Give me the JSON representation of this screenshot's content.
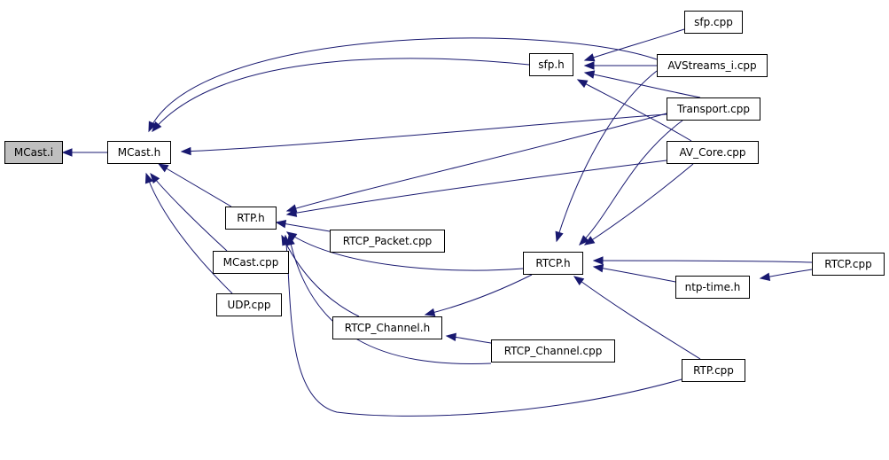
{
  "diagram": {
    "type": "include-dependency-graph",
    "colors": {
      "edge": "#191970",
      "highlight": "#bfbfbf",
      "node_border": "#000000"
    },
    "nodes": [
      {
        "id": "mcast_i",
        "label": "MCast.i",
        "highlight": true
      },
      {
        "id": "mcast_h",
        "label": "MCast.h"
      },
      {
        "id": "rtp_h",
        "label": "RTP.h"
      },
      {
        "id": "mcast_cpp",
        "label": "MCast.cpp"
      },
      {
        "id": "udp_cpp",
        "label": "UDP.cpp"
      },
      {
        "id": "rtcp_packet_cpp",
        "label": "RTCP_Packet.cpp"
      },
      {
        "id": "rtcp_channel_h",
        "label": "RTCP_Channel.h"
      },
      {
        "id": "rtcp_channel_cpp",
        "label": "RTCP_Channel.cpp"
      },
      {
        "id": "sfp_h",
        "label": "sfp.h"
      },
      {
        "id": "rtcp_h",
        "label": "RTCP.h"
      },
      {
        "id": "sfp_cpp",
        "label": "sfp.cpp"
      },
      {
        "id": "avstreams_i_cpp",
        "label": "AVStreams_i.cpp"
      },
      {
        "id": "transport_cpp",
        "label": "Transport.cpp"
      },
      {
        "id": "av_core_cpp",
        "label": "AV_Core.cpp"
      },
      {
        "id": "ntp_time_h",
        "label": "ntp-time.h"
      },
      {
        "id": "rtp_cpp",
        "label": "RTP.cpp"
      },
      {
        "id": "rtcp_cpp",
        "label": "RTCP.cpp"
      }
    ],
    "edges": [
      {
        "from": "mcast_h",
        "to": "mcast_i"
      },
      {
        "from": "rtp_h",
        "to": "mcast_h"
      },
      {
        "from": "mcast_cpp",
        "to": "mcast_h"
      },
      {
        "from": "udp_cpp",
        "to": "mcast_h"
      },
      {
        "from": "sfp_h",
        "to": "mcast_h"
      },
      {
        "from": "avstreams_i_cpp",
        "to": "mcast_h"
      },
      {
        "from": "transport_cpp",
        "to": "mcast_h"
      },
      {
        "from": "sfp_cpp",
        "to": "sfp_h"
      },
      {
        "from": "avstreams_i_cpp",
        "to": "sfp_h"
      },
      {
        "from": "transport_cpp",
        "to": "sfp_h"
      },
      {
        "from": "av_core_cpp",
        "to": "sfp_h"
      },
      {
        "from": "transport_cpp",
        "to": "rtp_h"
      },
      {
        "from": "av_core_cpp",
        "to": "rtp_h"
      },
      {
        "from": "rtcp_packet_cpp",
        "to": "rtp_h"
      },
      {
        "from": "rtcp_h",
        "to": "rtp_h"
      },
      {
        "from": "rtcp_channel_h",
        "to": "rtp_h"
      },
      {
        "from": "rtcp_channel_cpp",
        "to": "rtp_h"
      },
      {
        "from": "rtp_cpp",
        "to": "rtp_h"
      },
      {
        "from": "avstreams_i_cpp",
        "to": "rtcp_h"
      },
      {
        "from": "transport_cpp",
        "to": "rtcp_h"
      },
      {
        "from": "av_core_cpp",
        "to": "rtcp_h"
      },
      {
        "from": "rtcp_cpp",
        "to": "rtcp_h"
      },
      {
        "from": "ntp_time_h",
        "to": "rtcp_h"
      },
      {
        "from": "rtp_cpp",
        "to": "rtcp_h"
      },
      {
        "from": "rtcp_h",
        "to": "rtcp_channel_h"
      },
      {
        "from": "rtcp_channel_cpp",
        "to": "rtcp_channel_h"
      },
      {
        "from": "rtcp_cpp",
        "to": "ntp_time_h"
      }
    ]
  }
}
